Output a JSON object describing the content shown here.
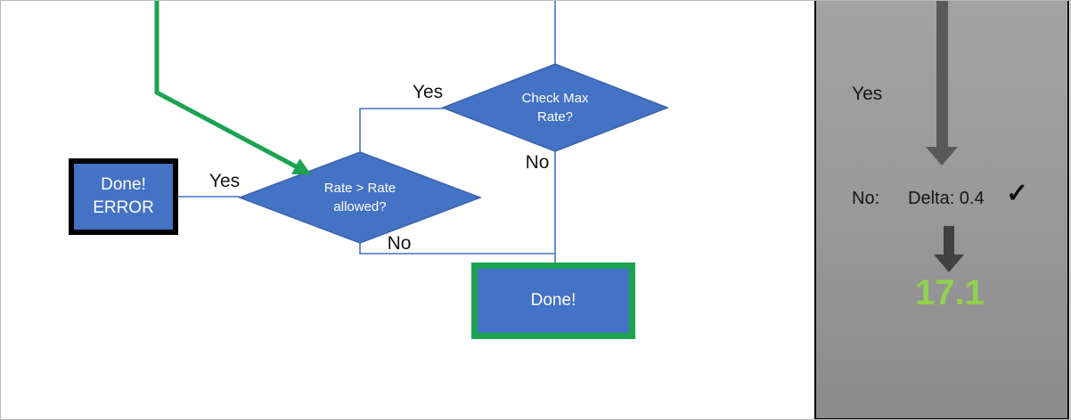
{
  "colors": {
    "shape_blue": "#4472C4",
    "connector_blue": "#4472C4",
    "green": "#1CA350",
    "result_green": "#92D050",
    "arrow_gray_long": "#595959",
    "arrow_gray_short": "#404040"
  },
  "flowchart": {
    "decision_check_max": {
      "label": "Check Max\nRate?",
      "yes_label": "Yes",
      "no_label": "No"
    },
    "decision_rate_allowed": {
      "label": "Rate > Rate\nallowed?",
      "yes_label": "Yes",
      "no_label": "No"
    },
    "done_error_box": {
      "label": "Done!\nERROR"
    },
    "done_box": {
      "label": "Done!"
    }
  },
  "side_panel": {
    "yes_label": "Yes",
    "no_label": "No:",
    "delta_text": "Delta: 0.4",
    "checkmark": "✓",
    "result_value": "17.1"
  }
}
